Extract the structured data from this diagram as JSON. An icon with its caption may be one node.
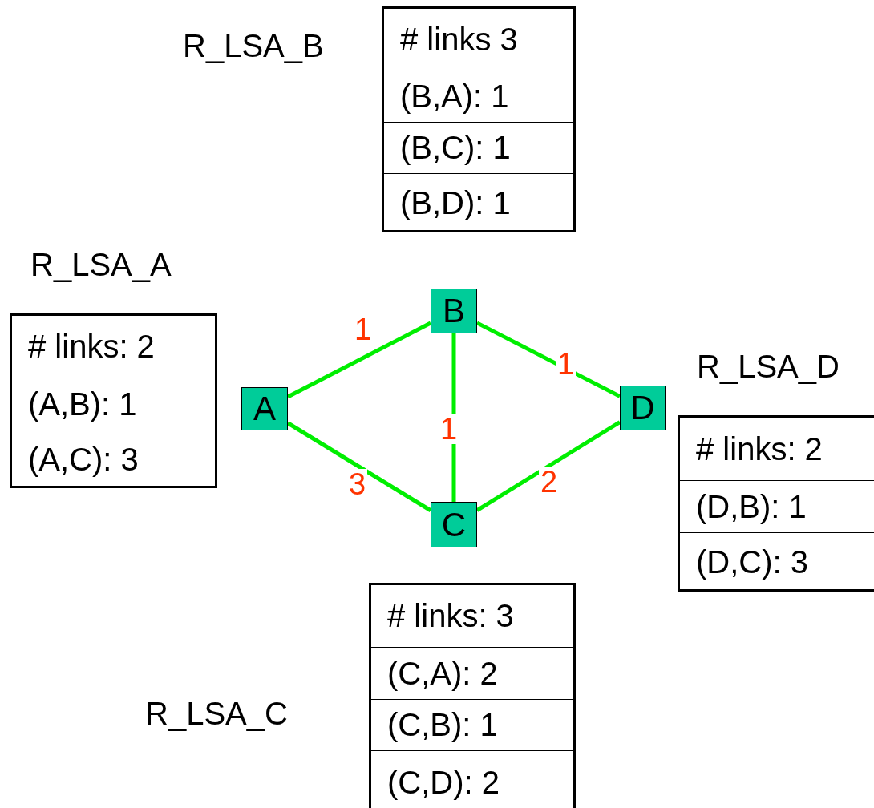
{
  "diagram": {
    "nodes": [
      {
        "text": [
          "R_LSA_B",
          "# links 3",
          "(B,A): 1",
          "(B,C): 1",
          "(B,D): 1"
        ]
      },
      {
        "text": [
          "R_LSA_A",
          "# links: 2",
          "(A,B): 1",
          "(A,C): 3"
        ]
      },
      {
        "text": [
          "B"
        ]
      },
      {
        "text": [
          "A"
        ]
      },
      {
        "text": [
          "D"
        ]
      },
      {
        "text": [
          "R_LSA_D",
          "# links: 2",
          "(D,B): 1",
          "(D,C): 3"
        ]
      },
      {
        "text": [
          "C"
        ]
      },
      {
        "text": [
          "R_LSA_C",
          "# links: 3",
          "(C,A): 2",
          "(C,B): 1",
          "(C,D): 2"
        ]
      }
    ],
    "edges": [
      {
        "from": 3,
        "to": 2,
        "arrow": "none",
        "label": "1"
      },
      {
        "from": 2,
        "to": 4,
        "arrow": "none",
        "label": "1"
      },
      {
        "from": 2,
        "to": 6,
        "arrow": "none",
        "label": "1"
      },
      {
        "from": 3,
        "to": 6,
        "arrow": "none",
        "label": "3"
      },
      {
        "from": 6,
        "to": 4,
        "arrow": "none",
        "label": "2"
      }
    ]
  }
}
